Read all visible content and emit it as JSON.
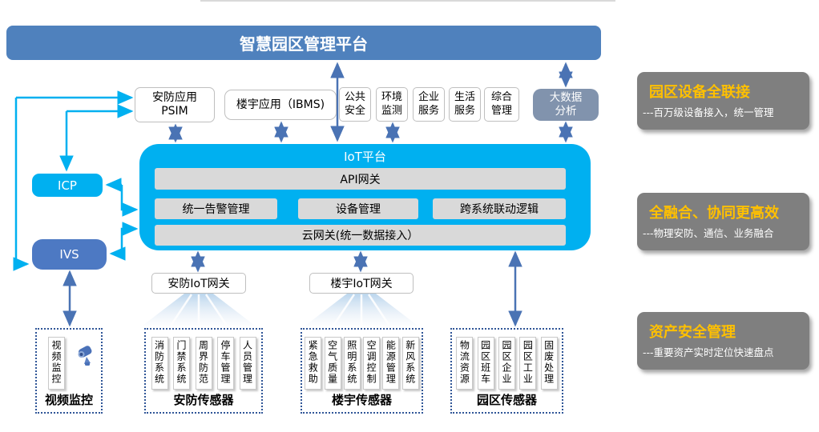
{
  "banner": {
    "title": "智慧园区管理平台"
  },
  "apps": {
    "psim": {
      "l1": "安防应用",
      "l2": "PSIM"
    },
    "ibms": {
      "label": "楼宇应用（IBMS)"
    },
    "small": [
      {
        "l1": "公共",
        "l2": "安全"
      },
      {
        "l1": "环境",
        "l2": "监测"
      },
      {
        "l1": "企业",
        "l2": "服务"
      },
      {
        "l1": "生活",
        "l2": "服务"
      },
      {
        "l1": "综合",
        "l2": "管理"
      }
    ],
    "bigdata": {
      "l1": "大数据",
      "l2": "分析"
    }
  },
  "iot": {
    "title": "IoT平台",
    "api": "API网关",
    "row": [
      "统一告警管理",
      "设备管理",
      "跨系统联动逻辑"
    ],
    "cloud": "云网关(统一数据接入）"
  },
  "left": {
    "icp": "ICP",
    "ivs": "IVS"
  },
  "gateways": {
    "security": "安防IoT网关",
    "building": "楼宇IoT网关"
  },
  "groups": [
    {
      "label": "视频监控",
      "items": [
        "视频监控"
      ]
    },
    {
      "label": "安防传感器",
      "items": [
        "消防系统",
        "门禁系统",
        "周界防范",
        "停车管理",
        "人员管理"
      ]
    },
    {
      "label": "楼宇传感器",
      "items": [
        "紧急救助",
        "空气质量",
        "照明系统",
        "空调控制",
        "能源管理",
        "新风系统"
      ]
    },
    {
      "label": "园区传感器",
      "items": [
        "物流资源",
        "园区班车",
        "园区企业",
        "园区工业",
        "固废处理"
      ]
    }
  ],
  "benefits": [
    {
      "title": "园区设备全联接",
      "desc": "---百万级设备接入，统一管理"
    },
    {
      "title": "全融合、协同更高效",
      "desc": "---物理安防、通信、业务融合"
    },
    {
      "title": "资产安全管理",
      "desc": "---重要资产实时定位快速盘点"
    }
  ],
  "colors": {
    "banner_blue": "#4f81bd",
    "iot_cyan": "#00b0f0",
    "arrow_blue": "#4a73b4",
    "bar_gray": "#d9d9d9",
    "card_gray": "#7f7f7f",
    "card_orange": "#ffc000",
    "ivs_blue": "#4d79c3",
    "bigdata_blue": "#8193ad",
    "dashed_navy": "#2f5597"
  }
}
